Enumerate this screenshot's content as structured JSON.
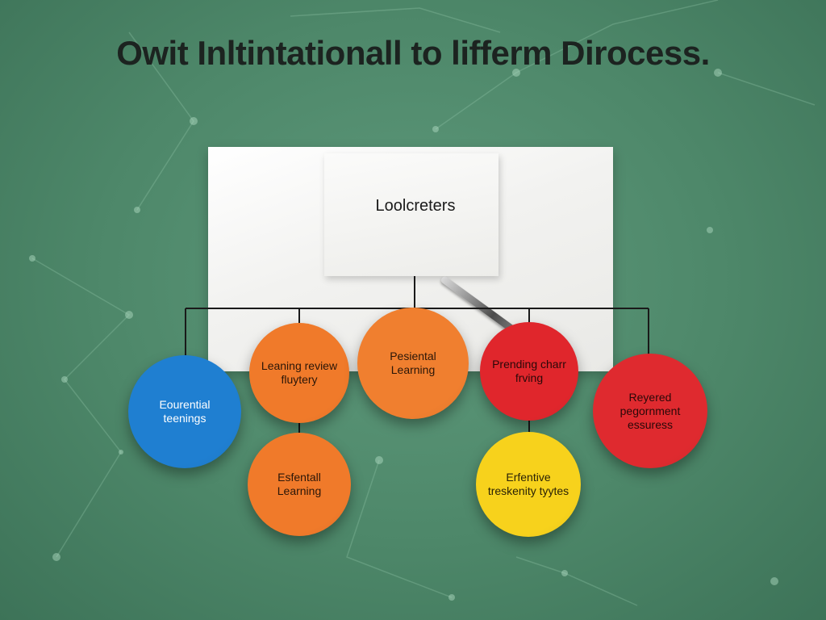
{
  "title": "Owit Inltintationall to lifferm Dirocess.",
  "root": {
    "label": "Loolcreters"
  },
  "nodes": [
    {
      "id": "eourential",
      "label": "Eourential teenings",
      "color": "#1f7fd1",
      "text_color": "#ffffff",
      "icon": "circle-node"
    },
    {
      "id": "leaning-review",
      "label": "Leaning review fluytery",
      "color": "#f07a2a",
      "text_color": "#2a1608",
      "icon": "circle-node"
    },
    {
      "id": "esfental",
      "label": "Esfentall Learning",
      "color": "#f07a2a",
      "text_color": "#2a1608",
      "icon": "circle-node"
    },
    {
      "id": "pesiental",
      "label": "Pesiental Learning",
      "color": "#f07f2f",
      "text_color": "#2a1608",
      "icon": "circle-node"
    },
    {
      "id": "prending",
      "label": "Prending charr frving",
      "color": "#e0262c",
      "text_color": "#2a0808",
      "icon": "circle-node"
    },
    {
      "id": "erfentive",
      "label": "Erfentive treskenity tyytes",
      "color": "#f7d21c",
      "text_color": "#2a2206",
      "icon": "circle-node"
    },
    {
      "id": "reyered",
      "label": "Reyered pegornment essuress",
      "color": "#df2a2f",
      "text_color": "#2a0808",
      "icon": "circle-node"
    }
  ]
}
